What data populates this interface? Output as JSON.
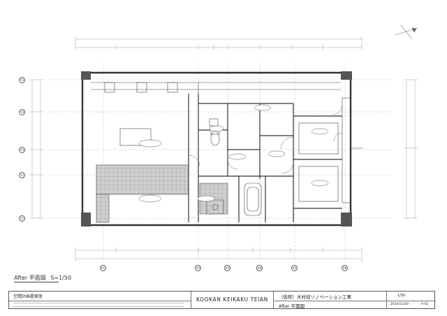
{
  "drawing": {
    "caption": "After 平面図",
    "scale_note": "S=1/50"
  },
  "grid": {
    "columns": [
      "X1",
      "X2",
      "X3",
      "X4",
      "X5",
      "X6"
    ],
    "rows": [
      "Y5",
      "Y4",
      "Y3",
      "Y2",
      "Y1"
    ]
  },
  "title_block": {
    "firm": "空間計画提案室",
    "brand": "KOOKAN KEIKAKU TEIAN",
    "project_title": "（仮称）木村邸リノベーション工事",
    "scale": "1/50",
    "sheet_name": "After 平面図",
    "date": "2014/11/20",
    "sheet_no": "A-02"
  },
  "colors": {
    "line": "#555555",
    "tile": "#bdbdbd",
    "paper": "#ffffff"
  }
}
